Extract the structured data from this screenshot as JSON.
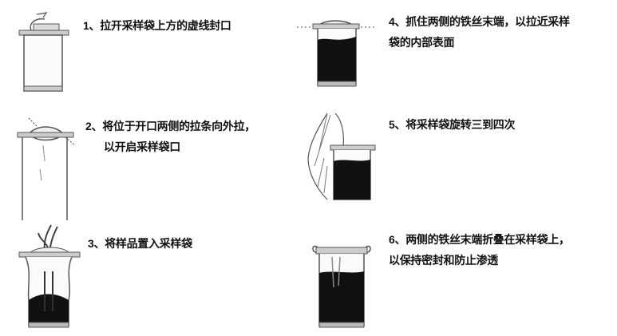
{
  "steps": [
    {
      "number": "1、",
      "lines": [
        "拉开采样袋上方的虚线封口"
      ]
    },
    {
      "number": "2、",
      "lines": [
        "将位于开口两侧的拉条向外拉，",
        "以开启采样袋口"
      ]
    },
    {
      "number": "3、",
      "lines": [
        "将样品置入采样袋"
      ]
    },
    {
      "number": "4、",
      "lines": [
        "抓住两侧的铁丝末端，以拉近采样",
        "袋的内部表面"
      ]
    },
    {
      "number": "5、",
      "lines": [
        "将采样袋旋转三到四次"
      ]
    },
    {
      "number": "6、",
      "lines": [
        "两侧的铁丝末端折叠在采样袋上，",
        "以保持密封和防止渗透"
      ]
    }
  ]
}
